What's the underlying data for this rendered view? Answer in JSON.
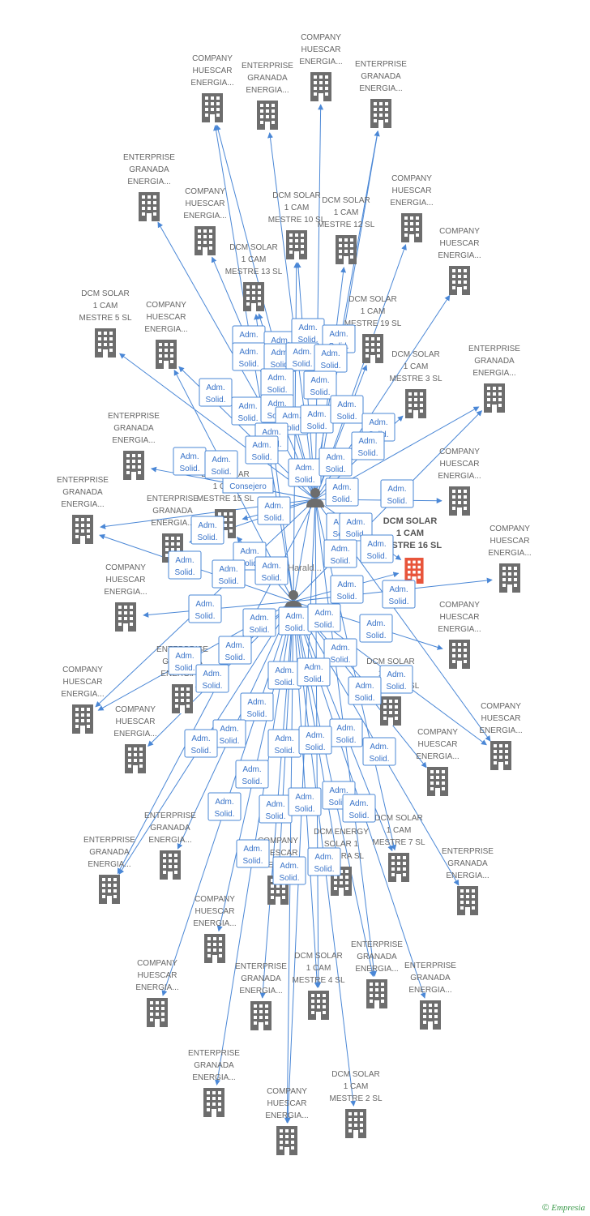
{
  "colors": {
    "edge": "#4a87d6",
    "company_icon": "#6d6d6d",
    "focus_icon": "#e8553b",
    "role_text": "#3a74c9",
    "label": "#666666"
  },
  "focus_company": {
    "lines": [
      "DCM SOLAR",
      "1 CAM",
      "MESTRE 16 SL"
    ],
    "icon": "building-icon"
  },
  "persons": [
    {
      "id": "p1",
      "label": ""
    },
    {
      "id": "p2",
      "label": "Harald..."
    }
  ],
  "companies": [
    {
      "lines": [
        "COMPANY",
        "HUESCAR",
        "ENERGIA..."
      ]
    },
    {
      "lines": [
        "ENTERPRISE",
        "GRANADA",
        "ENERGIA..."
      ]
    },
    {
      "lines": [
        "COMPANY",
        "HUESCAR",
        "ENERGIA..."
      ]
    },
    {
      "lines": [
        "ENTERPRISE",
        "GRANADA",
        "ENERGIA..."
      ]
    },
    {
      "lines": [
        "ENTERPRISE",
        "GRANADA",
        "ENERGIA..."
      ]
    },
    {
      "lines": [
        "COMPANY",
        "HUESCAR",
        "ENERGIA..."
      ]
    },
    {
      "lines": [
        "DCM SOLAR",
        "1 CAM",
        "MESTRE 10 SL"
      ]
    },
    {
      "lines": [
        "DCM SOLAR",
        "1 CAM",
        "MESTRE 12 SL"
      ]
    },
    {
      "lines": [
        "COMPANY",
        "HUESCAR",
        "ENERGIA..."
      ]
    },
    {
      "lines": [
        "DCM SOLAR",
        "1 CAM",
        "MESTRE 13 SL"
      ]
    },
    {
      "lines": [
        "COMPANY",
        "HUESCAR",
        "ENERGIA..."
      ]
    },
    {
      "lines": [
        "DCM SOLAR",
        "1 CAM",
        "MESTRE 5 SL"
      ]
    },
    {
      "lines": [
        "COMPANY",
        "HUESCAR",
        "ENERGIA..."
      ]
    },
    {
      "lines": [
        "DCM SOLAR",
        "1 CAM",
        "MESTRE 19 SL"
      ]
    },
    {
      "lines": [
        "DCM SOLAR",
        "1 CAM",
        "MESTRE 3 SL"
      ]
    },
    {
      "lines": [
        "ENTERPRISE",
        "GRANADA",
        "ENERGIA..."
      ]
    },
    {
      "lines": [
        "ENTERPRISE",
        "GRANADA",
        "ENERGIA..."
      ]
    },
    {
      "lines": [
        "COMPANY",
        "HUESCAR",
        "ENERGIA..."
      ]
    },
    {
      "lines": [
        "ENTERPRISE",
        "GRANADA",
        "ENERGIA..."
      ]
    },
    {
      "lines": [
        "COMPANY",
        "HUESCAR",
        "ENERGIA..."
      ]
    },
    {
      "lines": [
        "ENTERPRISE",
        "GRANADA",
        "ENERGIA..."
      ]
    },
    {
      "lines": [
        "DCM SOLAR",
        "1 CAM",
        "MESTRE 15 SL"
      ]
    },
    {
      "lines": [
        "COMPANY",
        "HUESCAR",
        "ENERGIA..."
      ]
    },
    {
      "lines": [
        "COMPANY",
        "HUESCAR",
        "ENERGIA..."
      ]
    },
    {
      "lines": [
        "COMPANY",
        "HUESCAR",
        "ENERGIA..."
      ]
    },
    {
      "lines": [
        "COMPANY",
        "HUESCAR",
        "ENERGIA..."
      ]
    },
    {
      "lines": [
        "COMPANY",
        "HUESCAR",
        "ENERGIA..."
      ]
    },
    {
      "lines": [
        "COMPANY",
        "HUESCAR",
        "ENERGIA..."
      ]
    },
    {
      "lines": [
        "ENTERPRISE",
        "GRANADA",
        "ENERGIA..."
      ]
    },
    {
      "lines": [
        "ENTERPRISE",
        "GRANADA",
        "ENERGIA..."
      ]
    },
    {
      "lines": [
        "DCM SOLAR",
        "1 CAM",
        "MESTRE 7 SL"
      ]
    },
    {
      "lines": [
        "DCM ENERGY",
        "SOLAR 1",
        "BOVERA SL"
      ]
    },
    {
      "lines": [
        "COMPANY",
        "HUESCAR",
        "ENERGIA..."
      ]
    },
    {
      "lines": [
        "ENTERPRISE",
        "GRANADA",
        "ENERGIA..."
      ]
    },
    {
      "lines": [
        "ENTERPRISE",
        "GRANADA",
        "ENERGIA..."
      ]
    },
    {
      "lines": [
        "COMPANY",
        "HUESCAR",
        "ENERGIA..."
      ]
    },
    {
      "lines": [
        "ENTERPRISE",
        "GRANADA",
        "ENERGIA..."
      ]
    },
    {
      "lines": [
        "COMPANY",
        "HUESCAR",
        "ENERGIA..."
      ]
    },
    {
      "lines": [
        "ENTERPRISE",
        "GRANADA",
        "ENERGIA..."
      ]
    },
    {
      "lines": [
        "DCM SOLAR",
        "1 CAM",
        "MESTRE 4 SL"
      ]
    },
    {
      "lines": [
        "ENTERPRISE",
        "GRANADA",
        "ENERGIA..."
      ]
    },
    {
      "lines": [
        "ENTERPRISE",
        "GRANADA",
        "ENERGIA..."
      ]
    },
    {
      "lines": [
        "COMPANY",
        "HUESCAR",
        "ENERGIA..."
      ]
    },
    {
      "lines": [
        "DCM SOLAR",
        "1 CAM",
        "MESTRE 2 SL"
      ]
    },
    {
      "lines": [
        "DCM SOLAR",
        "1 CAM",
        "MESTRE 14 SL"
      ]
    }
  ],
  "roles": {
    "adm_line1": "Adm.",
    "adm_line2": "Solid.",
    "consejero": "Consejero"
  },
  "brand": {
    "copyright": "©",
    "name": "Empresia"
  }
}
